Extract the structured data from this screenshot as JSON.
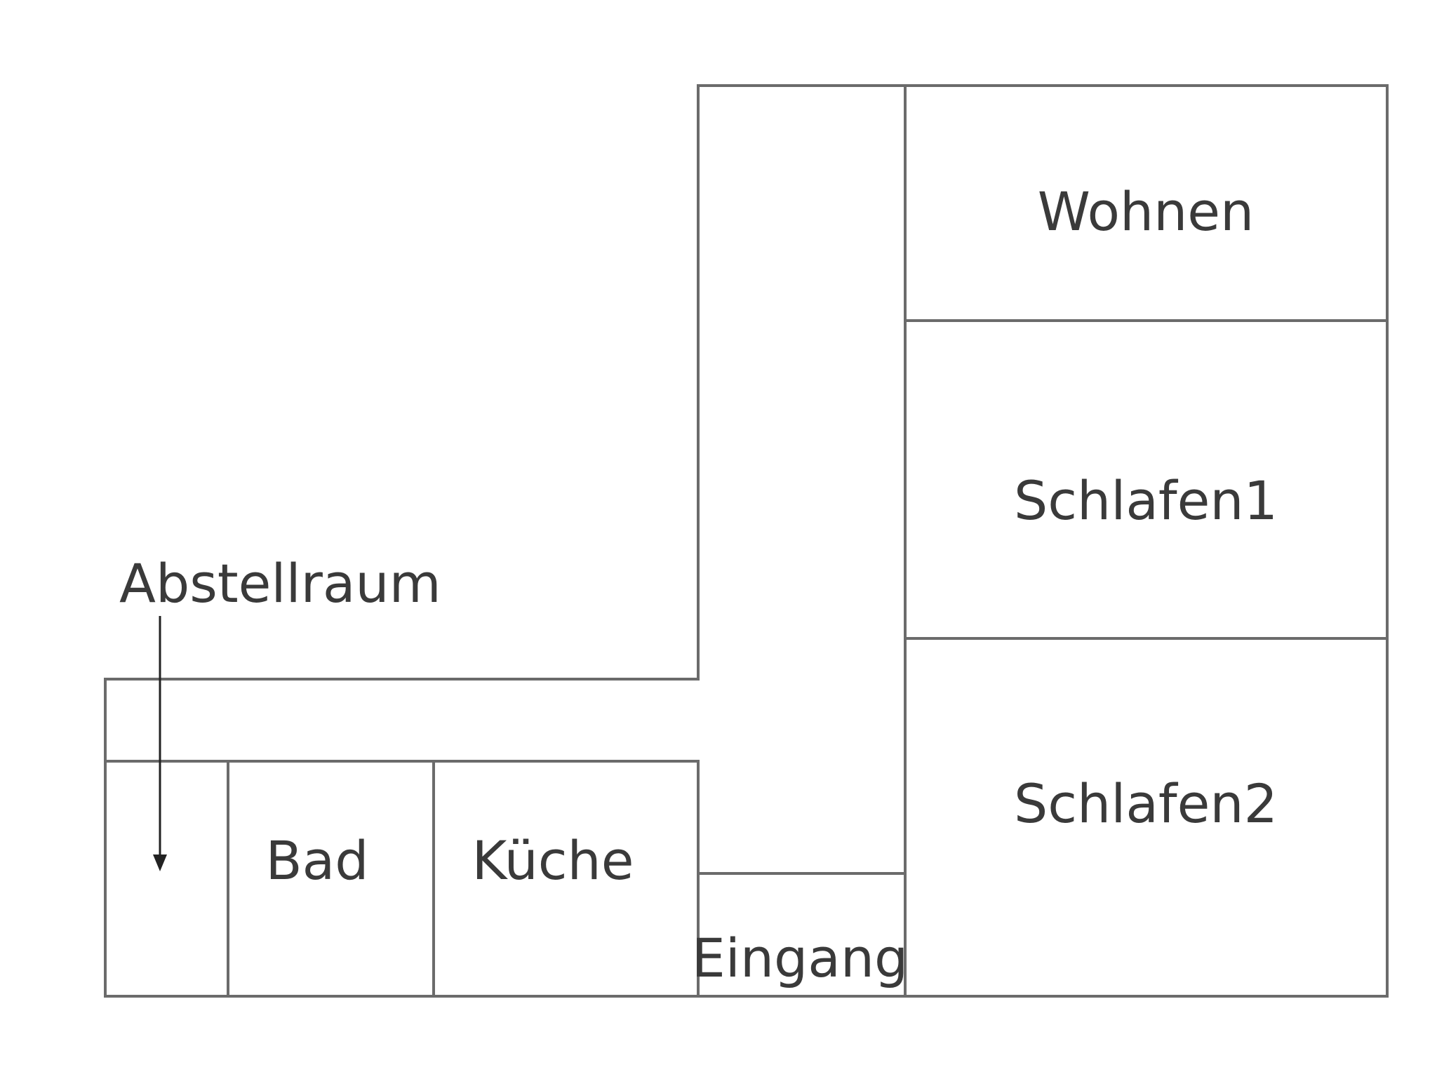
{
  "rooms": {
    "wohnen": "Wohnen",
    "schlafen1": "Schlafen1",
    "schlafen2": "Schlafen2",
    "bad": "Bad",
    "kueche": "Küche",
    "eingang": "Eingang",
    "abstellraum": "Abstellraum"
  },
  "colors": {
    "walls": "#6b6b6b",
    "text": "#3a3a3a",
    "background": "#ffffff"
  }
}
